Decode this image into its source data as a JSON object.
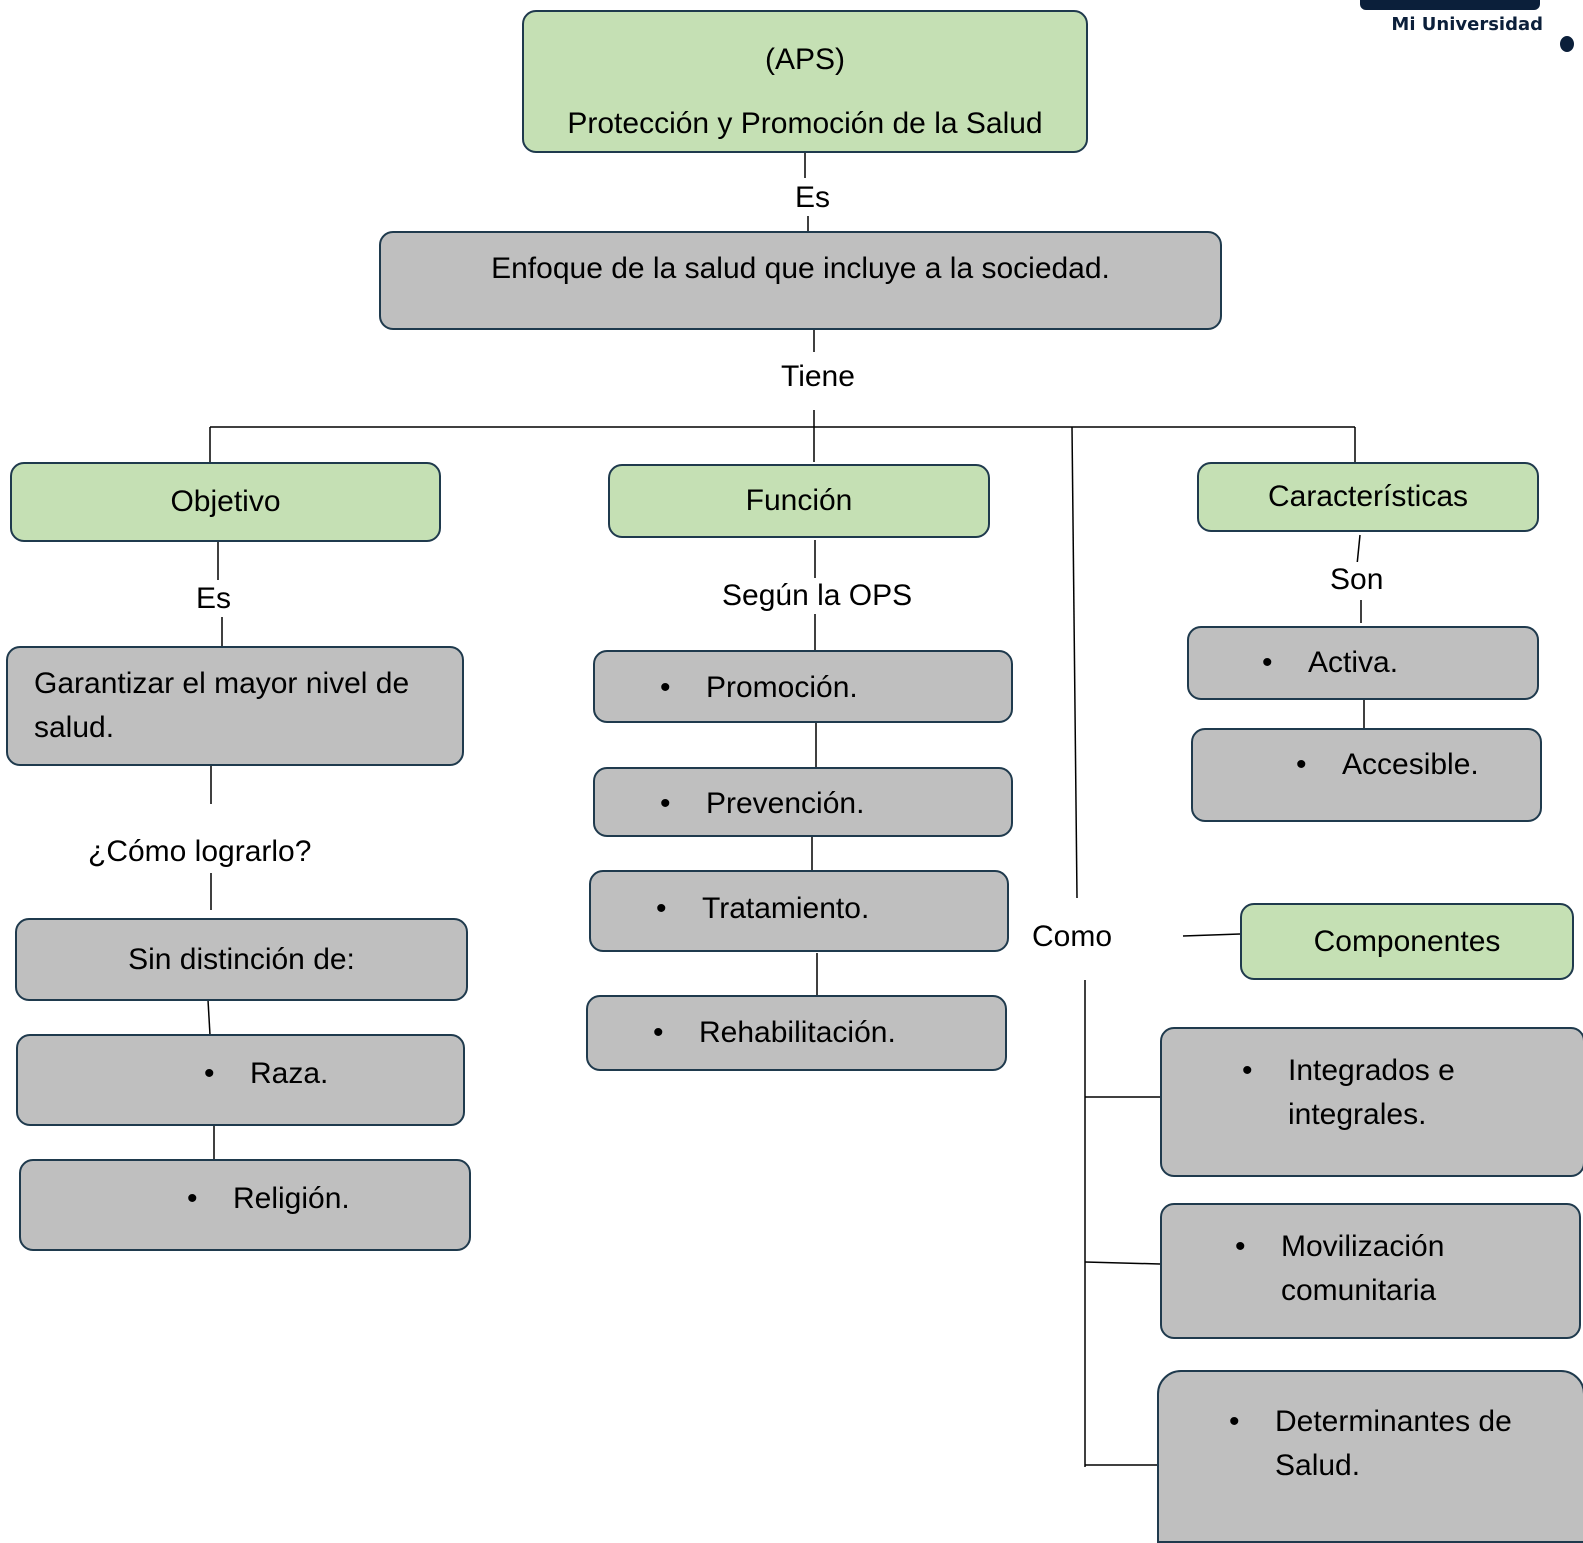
{
  "logo": {
    "text": "Mi Universidad"
  },
  "title": {
    "line1": "(APS)",
    "line2": "Protección y Promoción de la Salud"
  },
  "connectors": {
    "es_top": "Es",
    "tiene": "Tiene",
    "es_objetivo": "Es",
    "segun": "Según la OPS",
    "son": "Son",
    "como_lograrlo": "¿Cómo lograrlo?",
    "como": "Como"
  },
  "definition": "Enfoque de la salud que incluye a la sociedad.",
  "objetivo": {
    "header": "Objetivo",
    "text": "Garantizar el mayor nivel de salud.",
    "sin_distincion": "Sin distinción de:",
    "items": [
      "Raza.",
      "Religión."
    ]
  },
  "funcion": {
    "header": "Función",
    "items": [
      "Promoción.",
      "Prevención.",
      "Tratamiento.",
      "Rehabilitación."
    ]
  },
  "caracteristicas": {
    "header": "Características",
    "items": [
      "Activa.",
      "Accesible."
    ]
  },
  "componentes": {
    "header": "Componentes",
    "items": [
      "Integrados e integrales.",
      "Movilización comunitaria",
      "Determinantes de Salud."
    ]
  },
  "colors": {
    "green": "#c5e0b4",
    "gray": "#bfbfbf",
    "border": "#1f3a4d"
  }
}
